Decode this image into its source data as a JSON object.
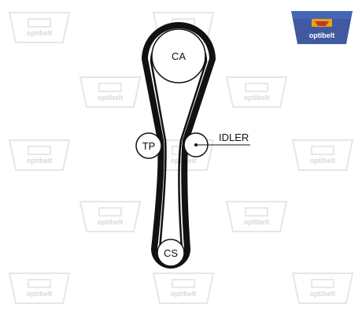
{
  "watermark_text": "optibelt",
  "logo": {
    "text": "optibelt",
    "color": "#1f3c8f",
    "accent": "#e8a317"
  },
  "belt_color": "#111111",
  "pulleys": {
    "ca": {
      "label": "CA"
    },
    "tp": {
      "label": "TP"
    },
    "idler": {
      "label": "IDLER"
    },
    "cs": {
      "label": "CS"
    }
  }
}
